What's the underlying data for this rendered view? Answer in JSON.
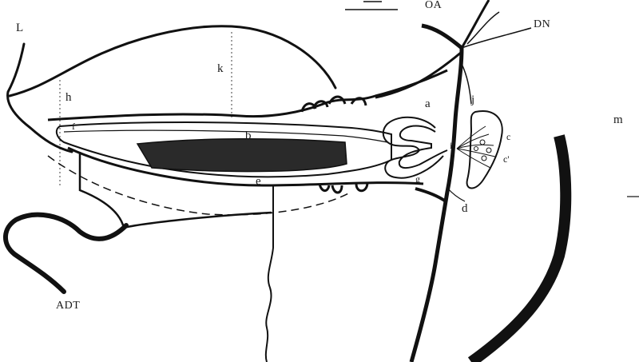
{
  "colors": {
    "ink": "#111111",
    "fill": "#2a2a2a",
    "background": "#ffffff"
  },
  "labels": {
    "L": "L",
    "DN": "DN",
    "OA": "OA",
    "ADT": "ADT",
    "m": "m",
    "h": "h",
    "f": "f",
    "b": "b",
    "e": "e",
    "a": "a",
    "j": "j",
    "d": "d",
    "k": "k",
    "c": "c",
    "cprime": "c'",
    "i": "i",
    "g": "g"
  }
}
